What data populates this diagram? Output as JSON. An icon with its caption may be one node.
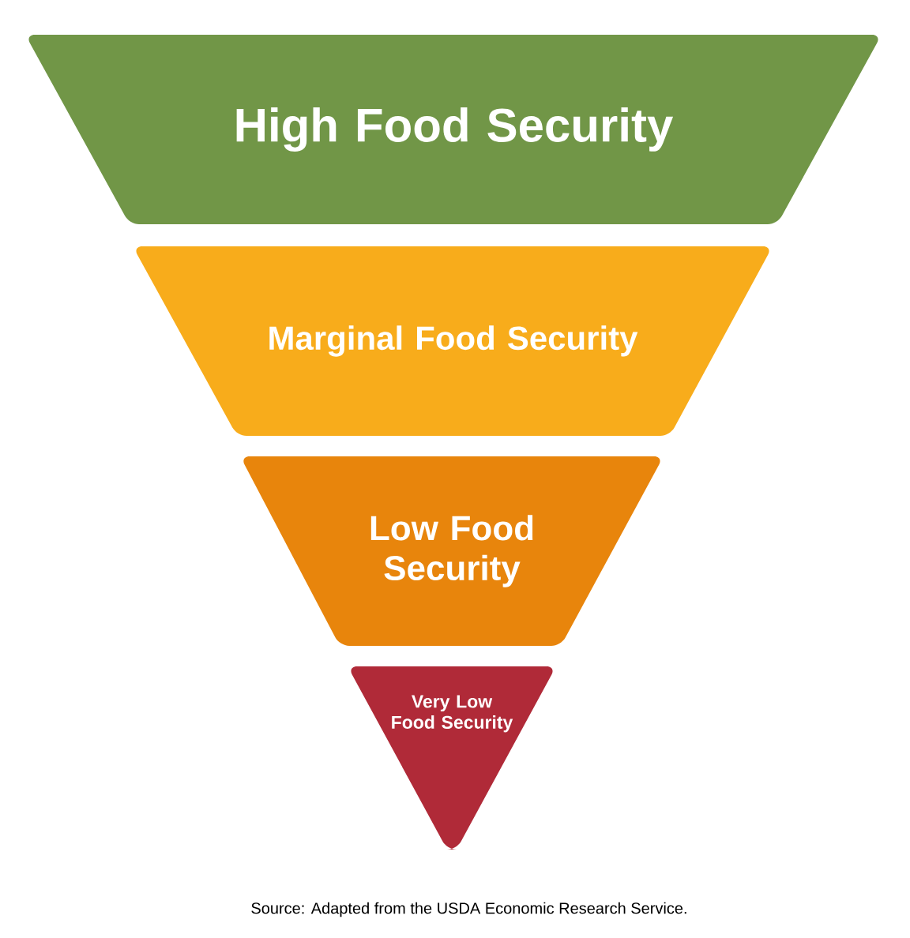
{
  "diagram": {
    "caption": "Source: Adapted from the USDA Economic Research Service.",
    "nodes": [
      {
        "text": [
          "High Food Security"
        ]
      },
      {
        "text": [
          "Marginal Food Security"
        ]
      },
      {
        "text": [
          "Low Food Security"
        ]
      },
      {
        "text": [
          "Very Low Food Security"
        ]
      }
    ]
  }
}
